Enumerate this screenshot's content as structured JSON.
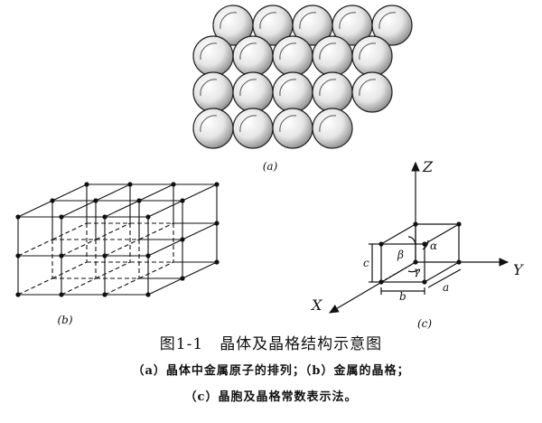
{
  "figure": {
    "number": "图1-1",
    "title": "晶体及晶格结构示意图",
    "caption_line1": "（a）晶体中金属原子的排列；（b）金属的晶格；",
    "caption_line2": "（c）晶胞及晶格常数表示法。"
  },
  "panels": {
    "a": {
      "label": "(a)"
    },
    "b": {
      "label": "(b)"
    },
    "c": {
      "label": "(c)",
      "axes": {
        "x": "X",
        "y": "Y",
        "z": "Z"
      },
      "angles": {
        "alpha": "α",
        "beta": "β",
        "gamma": "γ"
      },
      "edges": {
        "a": "a",
        "b": "b",
        "c": "c"
      }
    }
  }
}
